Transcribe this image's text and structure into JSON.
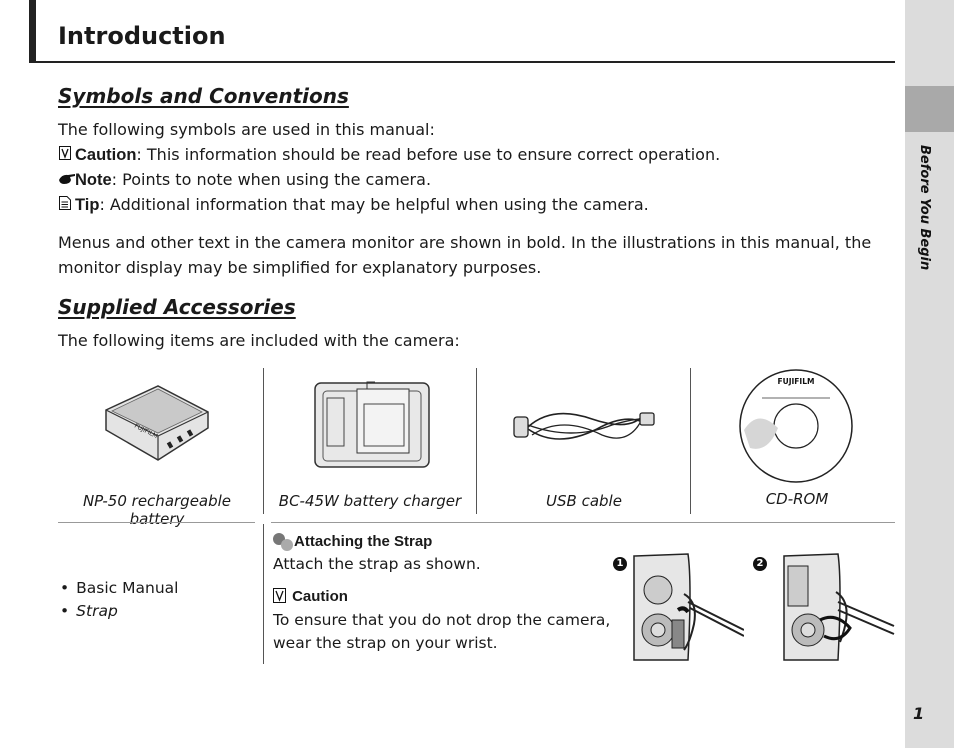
{
  "page": {
    "title": "Introduction",
    "side_label": "Before You Begin",
    "page_number": "1"
  },
  "symbols": {
    "heading": "Symbols and Conventions",
    "intro": "The following symbols are used in this manual:",
    "caution_label": "Caution",
    "caution_text": ": This information should be read before use to ensure correct operation.",
    "note_label": "Note",
    "note_text": ": Points to note when using the camera.",
    "tip_label": "Tip",
    "tip_text": ": Additional information that may be helpful when using the camera.",
    "menus_text": "Menus and other text in the camera monitor are shown in bold.  In the illustrations in this manual, the monitor display may be simplified for explanatory purposes."
  },
  "accessories": {
    "heading": "Supplied Accessories",
    "intro": "The following items are included with the camera:",
    "items": [
      {
        "caption": "NP-50 rechargeable battery",
        "icon": "battery-icon"
      },
      {
        "caption": "BC-45W battery charger",
        "icon": "charger-icon"
      },
      {
        "caption": "USB cable",
        "icon": "usb-cable-icon"
      },
      {
        "caption": "CD-ROM",
        "icon": "cd-rom-icon"
      }
    ],
    "cd_brand": "FUJIFILM",
    "battery_brand": "FUJIFILM",
    "list": [
      "Basic Manual",
      "Strap"
    ]
  },
  "strap": {
    "heading": "Attaching the Strap",
    "text": "Attach the strap as shown.",
    "caution_label": "Caution",
    "caution_text": "To ensure that you do not drop the camera, wear the strap on your wrist.",
    "step1": "1",
    "step2": "2"
  }
}
